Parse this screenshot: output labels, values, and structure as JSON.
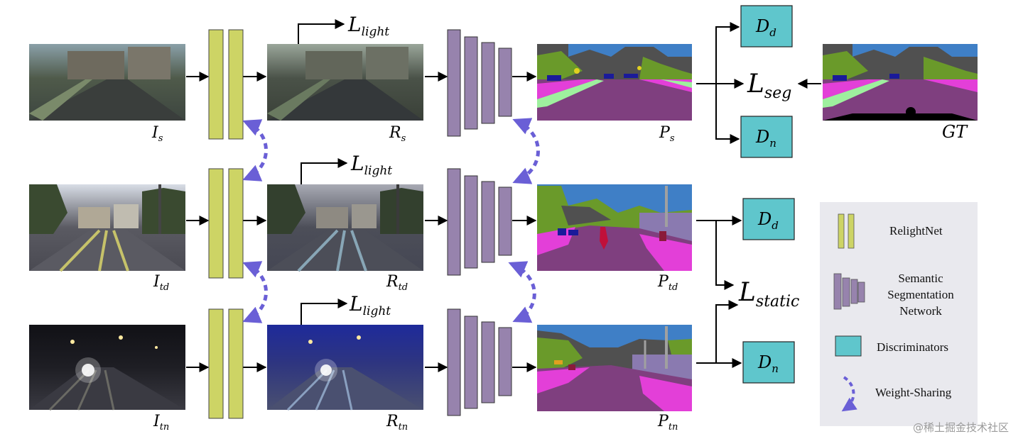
{
  "colors": {
    "relightnet": "#cdd465",
    "segnet": "#9783ad",
    "discriminator": "#5fc6cc",
    "weight_sharing": "#6a5fd6",
    "legend_bg": "#e9e9ee",
    "road": "#7f3f7f",
    "sidewalk": "#e33fd8",
    "sky": "#3f7fc6",
    "vegetation": "#6a9a2a",
    "building": "#505050",
    "terrain": "#9ef09e",
    "car": "#1a1a9a",
    "person": "#c0103a",
    "pole": "#a0a0a0"
  },
  "labels": {
    "Is": {
      "main": "I",
      "sub": "s"
    },
    "Rs": {
      "main": "R",
      "sub": "s"
    },
    "Ps": {
      "main": "P",
      "sub": "s"
    },
    "Itd": {
      "main": "I",
      "sub": "td"
    },
    "Rtd": {
      "main": "R",
      "sub": "td"
    },
    "Ptd": {
      "main": "P",
      "sub": "td"
    },
    "Itn": {
      "main": "I",
      "sub": "tn"
    },
    "Rtn": {
      "main": "R",
      "sub": "tn"
    },
    "Ptn": {
      "main": "P",
      "sub": "tn"
    },
    "GT": "GT"
  },
  "losses": {
    "light": {
      "main": "L",
      "sub": "light"
    },
    "seg": {
      "main": "L",
      "sub": "seg"
    },
    "static": {
      "main": "L",
      "sub": "static"
    }
  },
  "discriminators": {
    "Dd": {
      "main": "D",
      "sub": "d"
    },
    "Dn": {
      "main": "D",
      "sub": "n"
    }
  },
  "legend": {
    "relightnet": "RelightNet",
    "segnet": [
      "Semantic",
      "Segmentation",
      "Network"
    ],
    "discriminators": "Discriminators",
    "weight_sharing": "Weight-Sharing"
  },
  "watermark": "@稀土掘金技术社区"
}
